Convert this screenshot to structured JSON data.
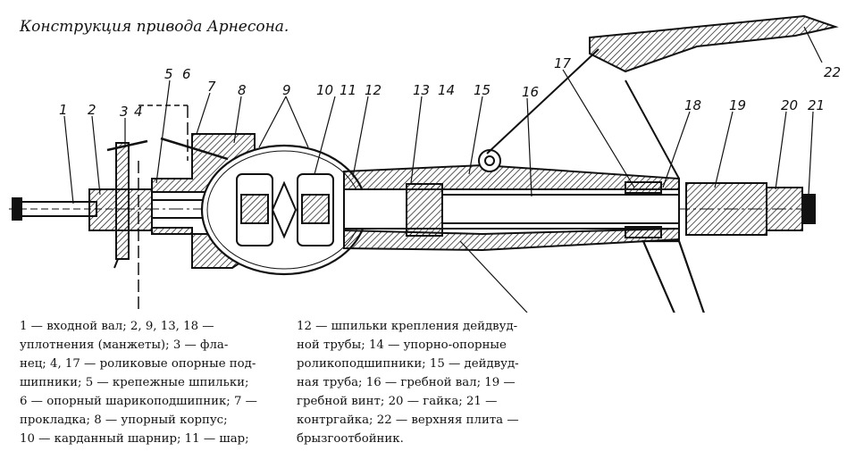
{
  "title": "Конструкция привода Арнесона.",
  "callouts": [
    "1",
    "2",
    "3",
    "4",
    "5",
    "6",
    "7",
    "8",
    "9",
    "10",
    "11",
    "12",
    "13",
    "14",
    "15",
    "16",
    "17",
    "18",
    "19",
    "20",
    "21",
    "22"
  ],
  "legend_left": [
    "1 — входной вал; 2, 9, 13, 18 —",
    "уплотнения (манжеты); 3 — фла-",
    "нец; 4, 17 — роликовые опорные под-",
    "шипники; 5 — крепежные шпильки;",
    "6 — опорный шарикоподшипник; 7 —",
    "прокладка; 8 — упорный корпус;",
    "10 — карданный шарнир; 11 — шар;"
  ],
  "legend_right": [
    "12 — шпильки крепления дейдвуд-",
    "ной трубы; 14 — упорно-опорные",
    "роликоподшипники; 15 — дейдвуд-",
    "ная труба; 16 — гребной вал; 19 —",
    "гребной винт; 20 — гайка; 21 —",
    "контргайка; 22 — верхняя плита —",
    "брызгоотбойник."
  ]
}
